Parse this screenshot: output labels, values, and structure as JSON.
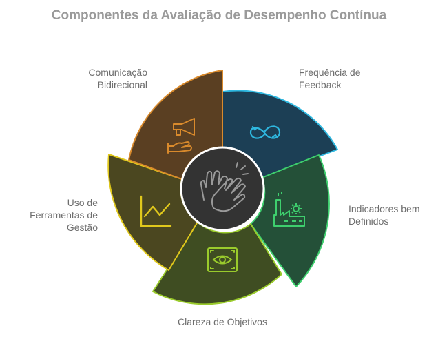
{
  "title": "Componentes da Avaliação de Desempenho Contínua",
  "segments": [
    {
      "label": "Frequência de\nFeedback",
      "icon": "infinity-icon",
      "fill": "#1c3f55",
      "stroke": "#2fb8e0"
    },
    {
      "label": "Indicadores bem\nDefinidos",
      "icon": "factory-icon",
      "fill": "#245038",
      "stroke": "#3ecf6e"
    },
    {
      "label": "Clareza de Objetivos",
      "icon": "eye-target-icon",
      "fill": "#3f4d22",
      "stroke": "#9acb2c"
    },
    {
      "label": "Uso de\nFerramentas de\nGestão",
      "icon": "chart-line-icon",
      "fill": "#4b4720",
      "stroke": "#e0c81c"
    },
    {
      "label": "Comunicação\nBidirecional",
      "icon": "megaphone-hand-icon",
      "fill": "#5a3f22",
      "stroke": "#d98a2c"
    }
  ],
  "center": {
    "icon": "clapping-hands-icon",
    "fill": "#333333",
    "stroke": "#ffffff"
  }
}
